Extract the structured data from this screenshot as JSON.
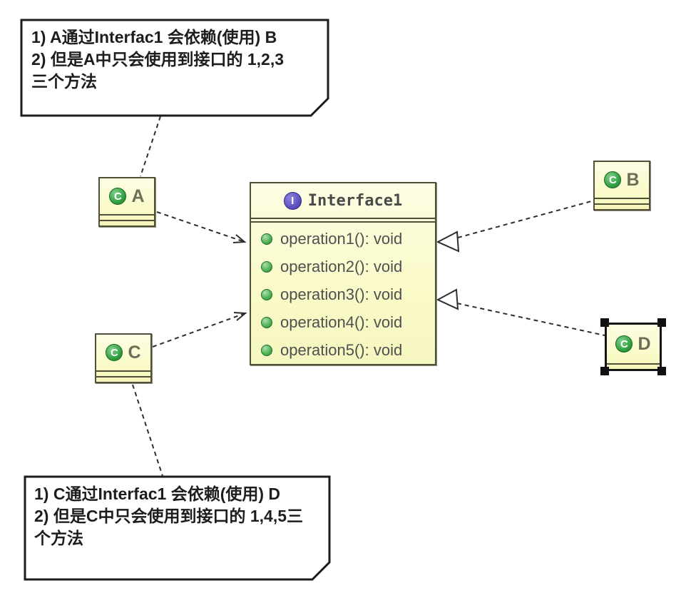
{
  "diagram": {
    "title": "Interface Segregation UML class diagram",
    "notes": {
      "top": {
        "lines": [
          "1) A通过Interfac1 会依赖(使用) B",
          "2) 但是A中只会使用到接口的 1,2,3",
          "三个方法"
        ]
      },
      "bottom": {
        "lines": [
          "1) C通过Interfac1 会依赖(使用) D",
          "2) 但是C中只会使用到接口的 1,4,5三",
          "个方法"
        ]
      }
    },
    "classes": [
      {
        "name": "A"
      },
      {
        "name": "B"
      },
      {
        "name": "C"
      },
      {
        "name": "D",
        "selected": true
      }
    ],
    "interface": {
      "name": "Interface1",
      "operations": [
        "operation1(): void",
        "operation2(): void",
        "operation3(): void",
        "operation4(): void",
        "operation5(): void"
      ]
    },
    "icons": {
      "class_glyph": "C",
      "interface_glyph": "I"
    },
    "relations": [
      "A ..> Interface1 (dependency)",
      "C ..> Interface1 (dependency)",
      "B ..|> Interface1 (realization)",
      "D ..|> Interface1 (realization)"
    ],
    "colors": {
      "box_fill": "#FAFAC8",
      "box_border": "#50503A",
      "note_fill": "#FFFFFF",
      "note_border": "#1C1C1C",
      "connector": "#2E2E2E",
      "class_icon_green": "#2E9E3E",
      "interface_icon_purple": "#5B4FC0",
      "operation_icon_green": "#4CAF50",
      "text_gray": "#4F4F4F"
    }
  }
}
